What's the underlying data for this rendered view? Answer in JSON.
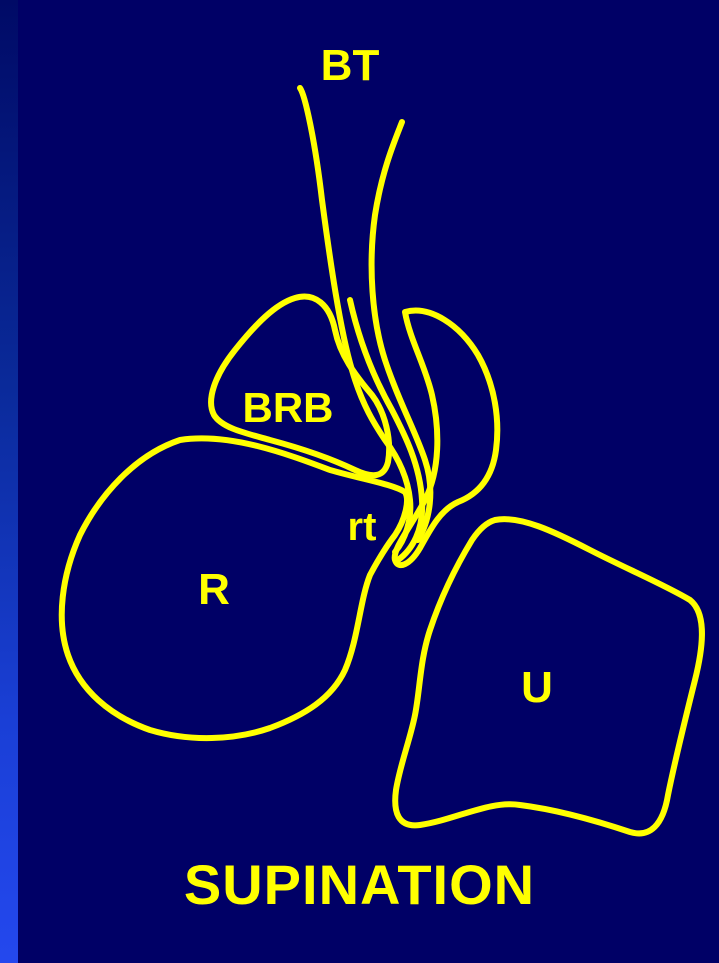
{
  "colors": {
    "background": "#000066",
    "outline": "#ffff00",
    "label": "#ffff00"
  },
  "labels": {
    "bt": "BT",
    "brb": "BRB",
    "rt": "rt",
    "r": "R",
    "u": "U"
  },
  "title": "SUPINATION"
}
